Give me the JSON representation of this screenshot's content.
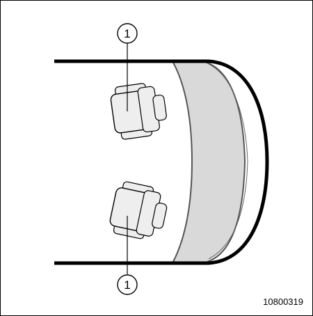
{
  "diagram": {
    "figure_number": "10800319",
    "callouts": [
      {
        "label": "1"
      },
      {
        "label": "1"
      }
    ],
    "colors": {
      "line": "#000000",
      "fill_light": "#eeeeee",
      "fill_mid": "#d6d6d6",
      "fill_white": "#ffffff"
    }
  }
}
